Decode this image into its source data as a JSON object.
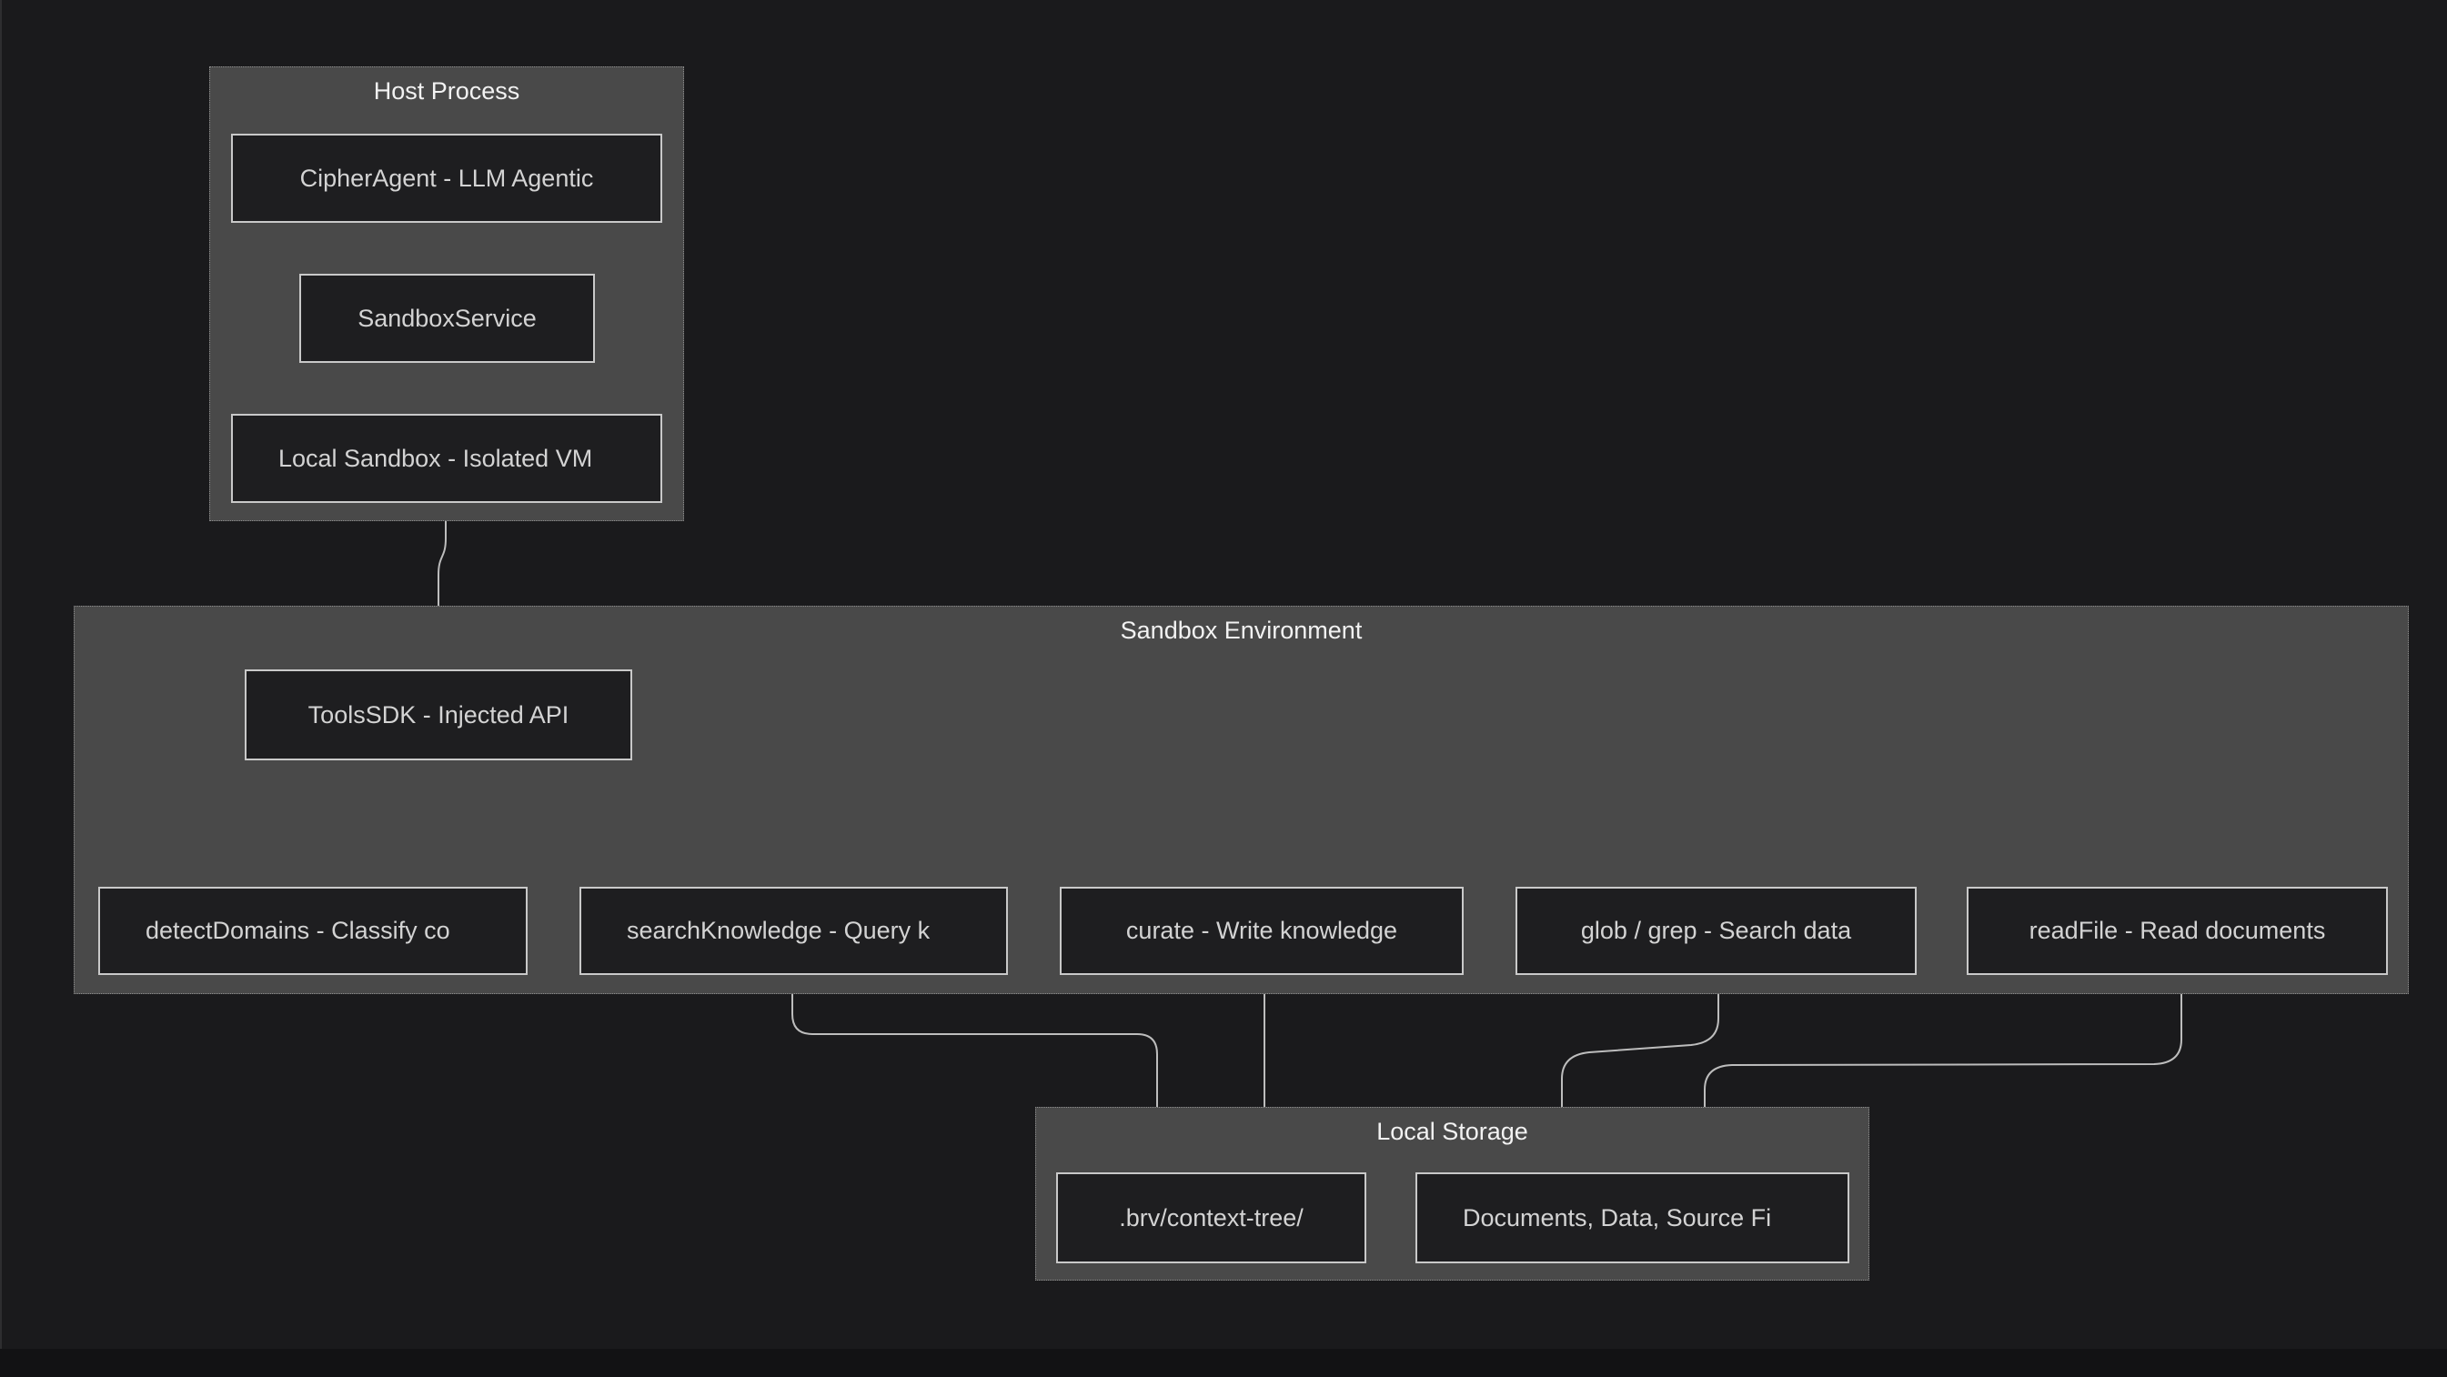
{
  "diagram": {
    "clusters": {
      "host": {
        "title": "Host Process"
      },
      "sandbox": {
        "title": "Sandbox Environment"
      },
      "storage": {
        "title": "Local Storage"
      }
    },
    "nodes": {
      "cipher": {
        "label": "CipherAgent - LLM Agentic"
      },
      "sandboxService": {
        "label": "SandboxService"
      },
      "localSandbox": {
        "label": "Local Sandbox - Isolated VM"
      },
      "toolsSdk": {
        "label": "ToolsSDK - Injected API"
      },
      "detectDomains": {
        "label": "detectDomains - Classify co"
      },
      "searchKnowledge": {
        "label": "searchKnowledge - Query k"
      },
      "curate": {
        "label": "curate - Write knowledge"
      },
      "globGrep": {
        "label": "glob / grep - Search data"
      },
      "readFile": {
        "label": "readFile - Read documents"
      },
      "contextTree": {
        "label": ".brv/context-tree/"
      },
      "documents": {
        "label": "Documents, Data, Source Fi"
      }
    },
    "colors": {
      "background": "#1a1a1c",
      "bottom_strip": "#121214",
      "cluster_fill": "#494949",
      "cluster_border": "#8f8f8f",
      "node_fill": "#1e1e20",
      "node_border": "#c9c9c9",
      "edge": "#bdbdbd",
      "title_text": "#f2f2f2",
      "label_text": "#d3d3d3"
    }
  }
}
